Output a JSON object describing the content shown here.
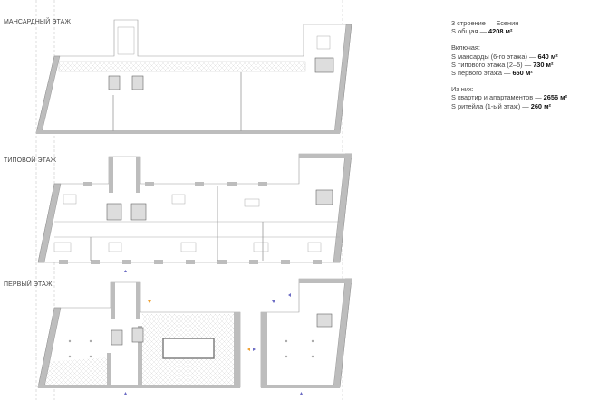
{
  "floors": [
    {
      "title": "МАНСАРДНЫЙ ЭТАЖ"
    },
    {
      "title": "ТИПОВОЙ ЭТАЖ"
    },
    {
      "title": "ПЕРВЫЙ ЭТАЖ"
    }
  ],
  "info": {
    "building": "3 строение — Есенин",
    "total_label": "S общая — ",
    "total_value": "4208 м²",
    "including_heading": "Включая:",
    "rows": [
      {
        "label": "S мансарды (6-го этажа) — ",
        "value": "640 м²"
      },
      {
        "label": "S типового этажа (2–5) — ",
        "value": "730 м²"
      },
      {
        "label": "S первого этажа — ",
        "value": "650 м²"
      }
    ],
    "of_them_heading": "Из них:",
    "rows2": [
      {
        "label": "S квартир и апартаментов — ",
        "value": "2656 м²"
      },
      {
        "label": "S ритейла (1-ый этаж) — ",
        "value": "260 м²"
      }
    ]
  },
  "colors": {
    "wall": "#bdbdbd",
    "wall_stroke": "#8a8a8a",
    "hatch": "#e4e4e4",
    "entrance_marker": "#6b6bc4",
    "retail_marker": "#f0a030"
  }
}
